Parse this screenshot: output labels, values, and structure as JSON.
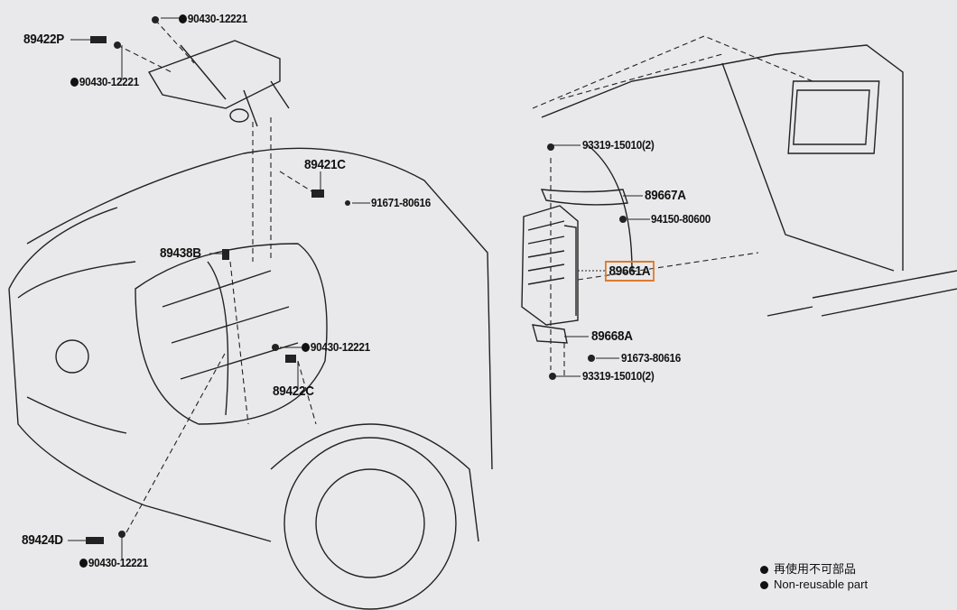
{
  "callouts": [
    {
      "part": "90430-12221",
      "non_reusable": true
    },
    {
      "part": "89422P",
      "non_reusable": false
    },
    {
      "part": "90430-12221",
      "non_reusable": true
    },
    {
      "part": "89421C",
      "non_reusable": false
    },
    {
      "part": "91671-80616",
      "non_reusable": false
    },
    {
      "part": "89438B",
      "non_reusable": false
    },
    {
      "part": "90430-12221",
      "non_reusable": true
    },
    {
      "part": "89422C",
      "non_reusable": false
    },
    {
      "part": "89424D",
      "non_reusable": false
    },
    {
      "part": "90430-12221",
      "non_reusable": true
    },
    {
      "part": "93319-15010(2)",
      "non_reusable": false
    },
    {
      "part": "89667A",
      "non_reusable": false
    },
    {
      "part": "94150-80600",
      "non_reusable": false
    },
    {
      "part": "89661A",
      "non_reusable": false,
      "highlighted": true
    },
    {
      "part": "89668A",
      "non_reusable": false
    },
    {
      "part": "91673-80616",
      "non_reusable": false
    },
    {
      "part": "93319-15010(2)",
      "non_reusable": false
    }
  ],
  "legend": {
    "japanese": "再使用不可部品",
    "english": "Non-reusable part"
  },
  "colors": {
    "highlight": "#e07a2c",
    "background": "#e9e9eb"
  }
}
